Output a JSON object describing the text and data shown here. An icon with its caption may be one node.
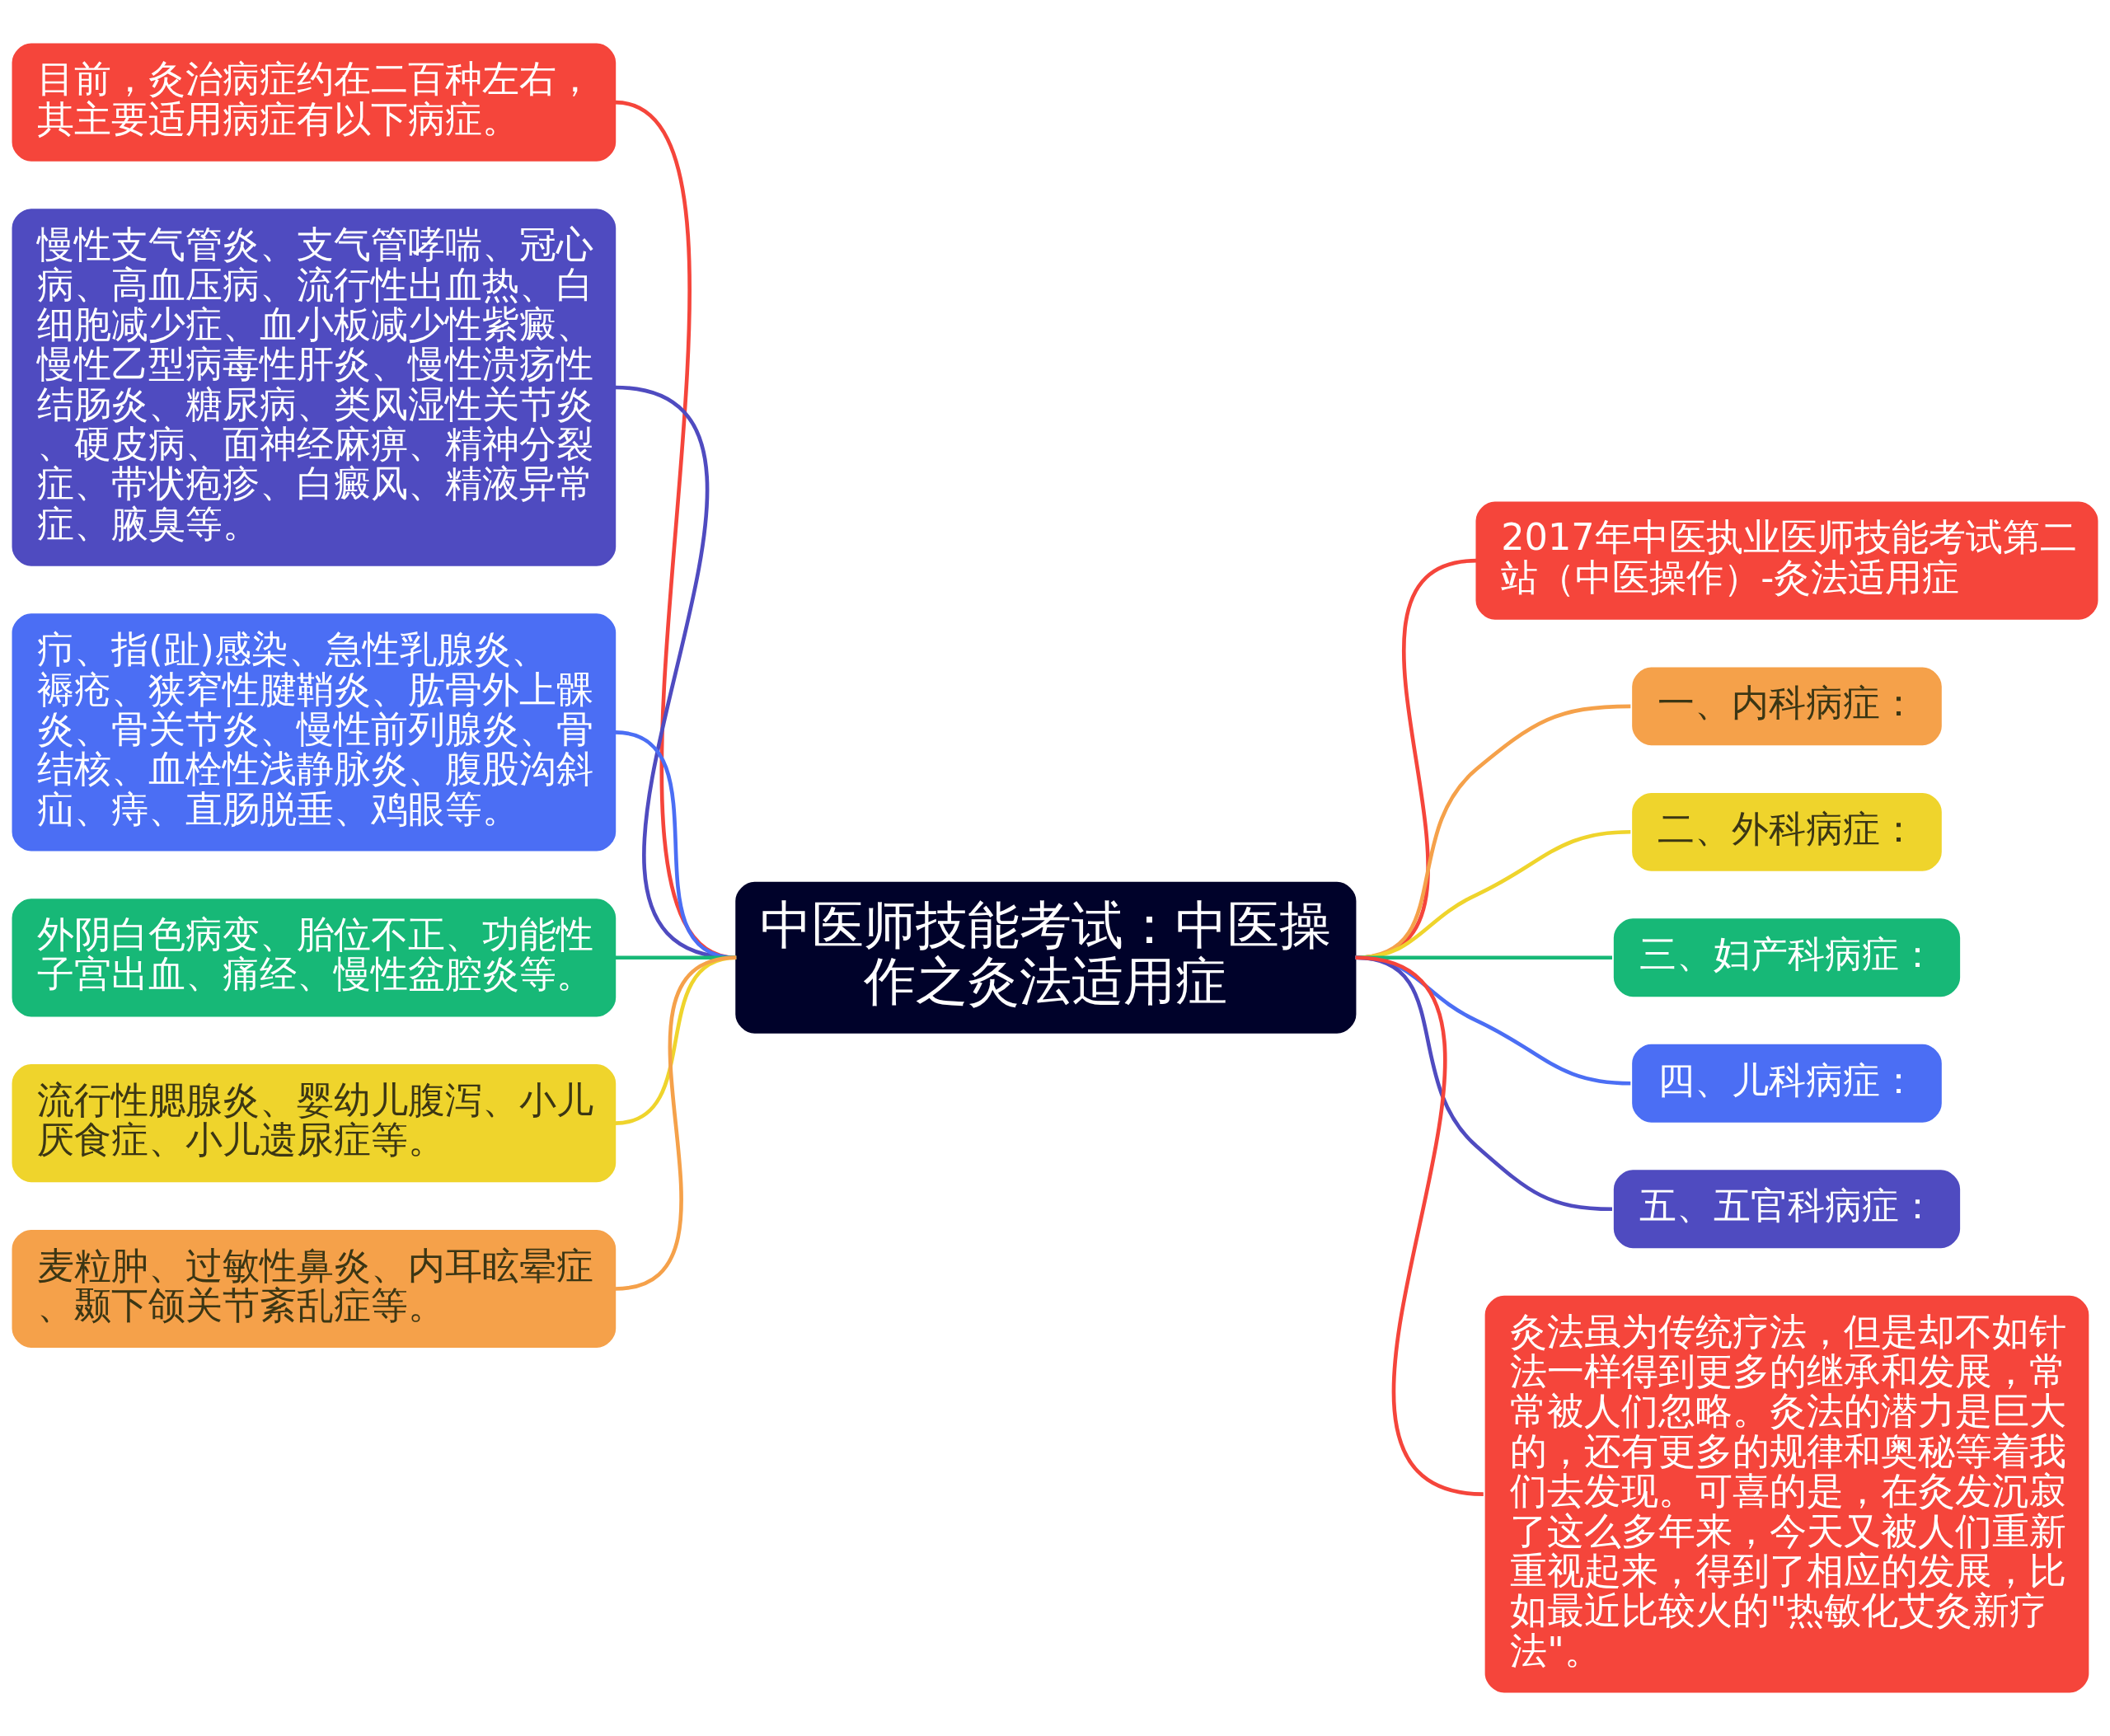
{
  "diagram": {
    "nodes": [
      {
        "text": [
          "中医师技能考试：中医操作之灸法适用症"
        ]
      },
      {
        "text": [
          "2017年中医执业医师技能考试第二站（中医操作）-灸法适用症"
        ]
      },
      {
        "text": [
          "一、内科病症："
        ]
      },
      {
        "text": [
          "二、外科病症："
        ]
      },
      {
        "text": [
          "三、妇产科病症："
        ]
      },
      {
        "text": [
          "四、儿科病症："
        ]
      },
      {
        "text": [
          "五、五官科病症："
        ]
      },
      {
        "text": [
          "灸法虽为传统疗法，但是却不如针法一样得到更多的继承和发展，常常被人们忽略。灸法的潜力是巨大的，还有更多的规律和奥秘等着我们去发现。可喜的是，在灸发沉寂了这么多年来，今天又被人们重新重视起来，得到了相应的发展，比如最近比较火的\"热敏化艾灸新疗法\"。"
        ]
      },
      {
        "text": [
          "目前，灸治病症约在二百种左右，其主要适用病症有以下病症。"
        ]
      },
      {
        "text": [
          "慢性支气管炎、支气管哮喘、冠心病、高血压病、流行性出血热、白细胞减少症、血小板减少性紫癜、慢性乙型病毒性肝炎、慢性溃疡性结肠炎、糖尿病、类风湿性关节炎、硬皮病、面神经麻痹、精神分裂症、带状疱疹、白癜风、精液异常症、腋臭等。"
        ]
      },
      {
        "text": [
          "疖、指(趾)感染、急性乳腺炎、褥疮、狭窄性腱鞘炎、肱骨外上髁炎、骨关节炎、慢性前列腺炎、骨结核、血栓性浅静脉炎、腹股沟斜疝、痔、直肠脱垂、鸡眼等。"
        ]
      },
      {
        "text": [
          "外阴白色病变、胎位不正、功能性子宫出血、痛经、慢性盆腔炎等。"
        ]
      },
      {
        "text": [
          "流行性腮腺炎、婴幼儿腹泻、小儿厌食症、小儿遗尿症等。"
        ]
      },
      {
        "text": [
          "麦粒肿、过敏性鼻炎、内耳眩晕症、颞下颌关节紊乱症等。"
        ]
      }
    ],
    "edges": [
      {
        "from": 0,
        "to": 1,
        "arrow": "none",
        "color": "#f5453b"
      },
      {
        "from": 0,
        "to": 2,
        "arrow": "none",
        "color": "#f5a14a"
      },
      {
        "from": 0,
        "to": 3,
        "arrow": "none",
        "color": "#efd42c"
      },
      {
        "from": 0,
        "to": 4,
        "arrow": "none",
        "color": "#17b877"
      },
      {
        "from": 0,
        "to": 5,
        "arrow": "none",
        "color": "#4b6ef4"
      },
      {
        "from": 0,
        "to": 6,
        "arrow": "none",
        "color": "#4f4bc0"
      },
      {
        "from": 0,
        "to": 7,
        "arrow": "none",
        "color": "#f5453b"
      },
      {
        "from": 0,
        "to": 8,
        "arrow": "none",
        "color": "#f5453b"
      },
      {
        "from": 0,
        "to": 9,
        "arrow": "none",
        "color": "#4f4bc0"
      },
      {
        "from": 0,
        "to": 10,
        "arrow": "none",
        "color": "#4b6ef4"
      },
      {
        "from": 0,
        "to": 11,
        "arrow": "none",
        "color": "#17b877"
      },
      {
        "from": 0,
        "to": 12,
        "arrow": "none",
        "color": "#efd42c"
      },
      {
        "from": 0,
        "to": 13,
        "arrow": "none",
        "color": "#f5a14a"
      }
    ]
  }
}
